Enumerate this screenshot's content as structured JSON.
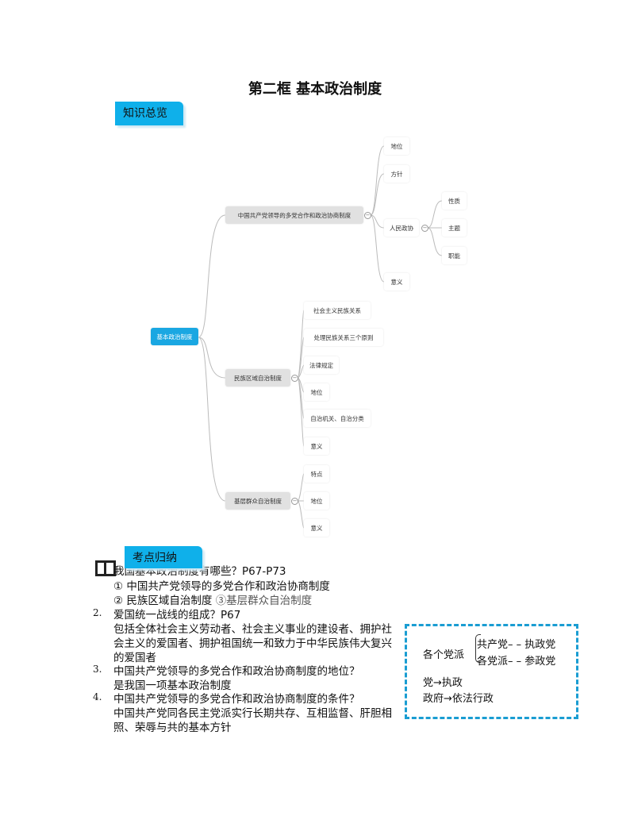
{
  "title": "第二框  基本政治制度",
  "section1_tab": "知识总览",
  "section2_tab": "考点归纳",
  "mindmap": {
    "root": "基本政治制度",
    "branches": [
      {
        "label": "中国共产党领导的多党合作和政治协商制度",
        "children": [
          {
            "label": "地位"
          },
          {
            "label": "方针"
          },
          {
            "label": "人民政协",
            "children": [
              {
                "label": "性质"
              },
              {
                "label": "主题"
              },
              {
                "label": "职能"
              }
            ]
          },
          {
            "label": "意义"
          }
        ]
      },
      {
        "label": "民族区域自治制度",
        "children": [
          {
            "label": "社会主义民族关系"
          },
          {
            "label": "处理民族关系三个原则"
          },
          {
            "label": "法律规定"
          },
          {
            "label": "地位"
          },
          {
            "label": "自治机关、自治分类"
          },
          {
            "label": "意义"
          }
        ]
      },
      {
        "label": "基层群众自治制度",
        "children": [
          {
            "label": "特点"
          },
          {
            "label": "地位"
          },
          {
            "label": "意义"
          }
        ]
      }
    ]
  },
  "points": {
    "q1": "我国基本政治制度有哪些？P67-P73",
    "q1_a1": "①  中国共产党领导的多党合作和政治协商制度",
    "q1_a2": "②  民族区域自治制度  ",
    "q1_a3": "③基层群众自治制度",
    "n2": "2.",
    "q2": "爱国统一战线的组成？P67",
    "a2_l1": "包括全体社会主义劳动者、社会主义事业的建设者、拥护社",
    "a2_l2": "会主义的爱国者、拥护祖国统一和致力于中华民族伟大复兴",
    "a2_l3": "的爱国者",
    "n3": "3.",
    "q3": "中国共产党领导的多党合作和政治协商制度的地位？",
    "a3": "是我国一项基本政治制度",
    "n4": "4.",
    "q4": "中国共产党领导的多党合作和政治协商制度的条件？",
    "a4_l1": "中国共产党同各民主党派实行长期共存、互相监督、肝胆相",
    "a4_l2": "照、荣辱与共的基本方针"
  },
  "note_box": {
    "label": "各个党派",
    "item1": "共产党– – 执政党",
    "item2": "各党派– – 参政党",
    "line1": "党→执政",
    "line2": "政府→依法行政"
  },
  "colors": {
    "accent": "#0fb0ea",
    "root_node": "#1aa7e2",
    "dashed_border": "#1a9dd2"
  }
}
